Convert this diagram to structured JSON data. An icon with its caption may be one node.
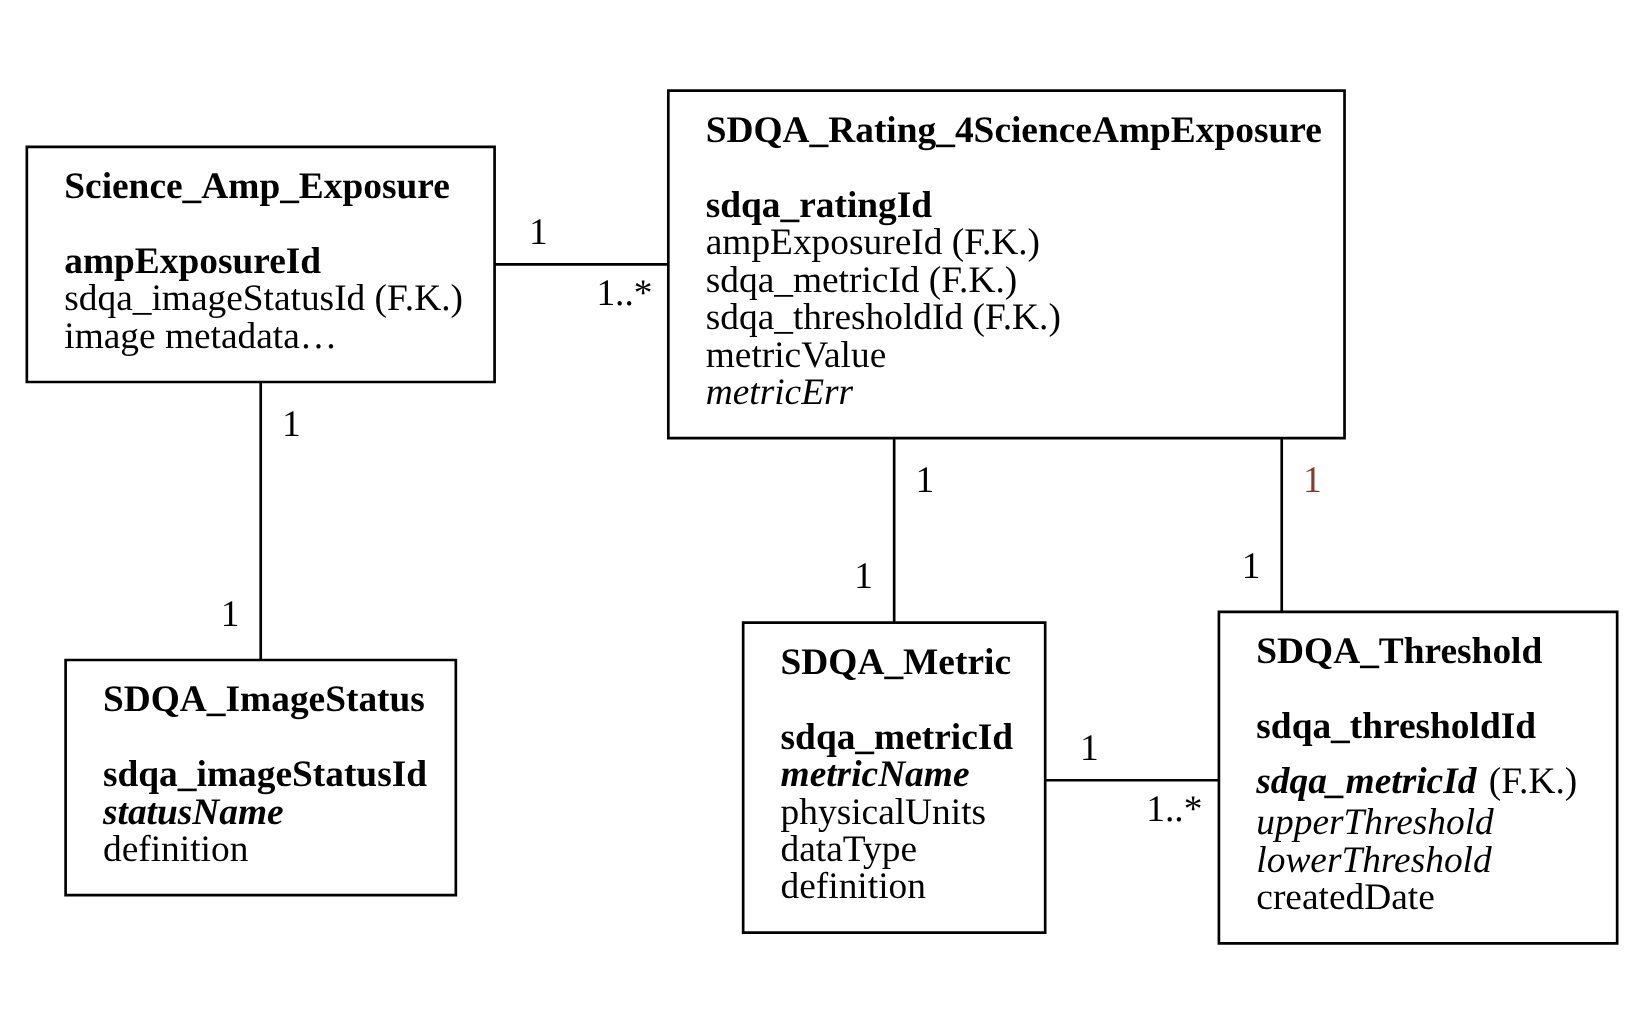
{
  "diagram": {
    "nodes": [
      {
        "text": [
          "Science_Amp_Exposure",
          "ampExposureId",
          "sdqa_imageStatusId (F.K.)",
          "image metadata…"
        ]
      },
      {
        "text": [
          "SDQA_Rating_4ScienceAmpExposure",
          "sdqa_ratingId",
          "ampExposureId (F.K.)",
          "sdqa_metricId (F.K.)",
          "sdqa_thresholdId (F.K.)",
          "metricValue",
          "metricErr"
        ]
      },
      {
        "text": [
          "SDQA_ImageStatus",
          "sdqa_imageStatusId",
          "statusName",
          "definition"
        ]
      },
      {
        "text": [
          "SDQA_Metric",
          "sdqa_metricId",
          "metricName",
          "physicalUnits",
          "dataType",
          "definition"
        ]
      },
      {
        "text": [
          "SDQA_Threshold",
          "sdqa_thresholdId",
          "**sdqa_metricId** (F.K.)",
          "upperThreshold",
          "lowerThreshold",
          "createdDate"
        ]
      }
    ],
    "edges": [
      {
        "from": 0,
        "to": 1,
        "arrow": "none"
      },
      {
        "from": 0,
        "to": 2,
        "arrow": "none"
      },
      {
        "from": 1,
        "to": 3,
        "arrow": "none"
      },
      {
        "from": 1,
        "to": 4,
        "arrow": "none"
      },
      {
        "from": 3,
        "to": 4,
        "arrow": "none"
      }
    ],
    "labels": [
      "1",
      "1..*",
      "1",
      "1",
      "1",
      "1",
      "1",
      "1",
      "1",
      "1..*"
    ]
  }
}
